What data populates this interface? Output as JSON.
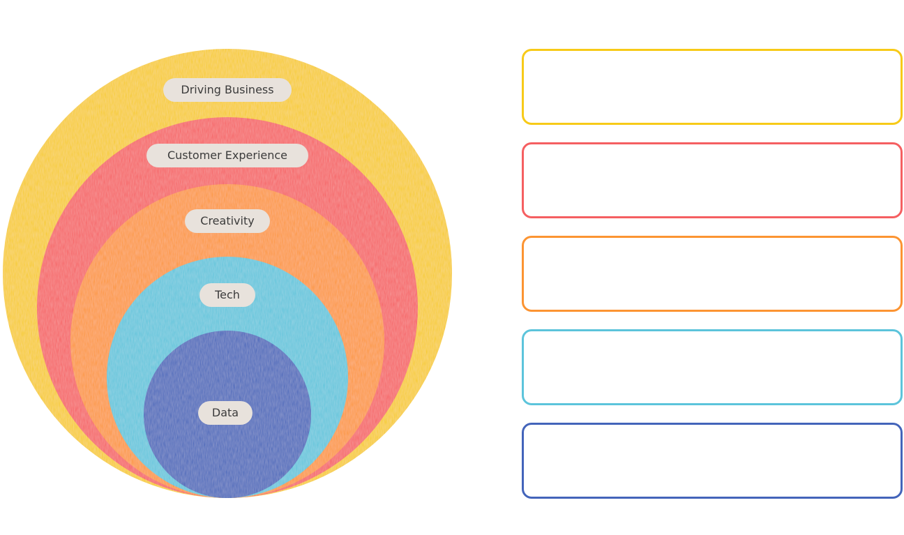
{
  "diagram": {
    "layers": [
      {
        "id": "driving-business",
        "label": "Driving Business",
        "color": "#f7ca18"
      },
      {
        "id": "customer-experience",
        "label": "Customer Experience",
        "color": "#f55f61"
      },
      {
        "id": "creativity",
        "label": "Creativity",
        "color": "#fc9432"
      },
      {
        "id": "tech",
        "label": "Tech",
        "color": "#5cc4db"
      },
      {
        "id": "data",
        "label": "Data",
        "color": "#4364ba"
      }
    ],
    "label_background": "#e8e2dc",
    "label_text_color": "#3b3b3b"
  },
  "note_boxes": [
    {
      "layer": "driving-business",
      "border_color": "#f7ca18"
    },
    {
      "layer": "customer-experience",
      "border_color": "#f55f61"
    },
    {
      "layer": "creativity",
      "border_color": "#fc9432"
    },
    {
      "layer": "tech",
      "border_color": "#5cc4db"
    },
    {
      "layer": "data",
      "border_color": "#4364ba"
    }
  ]
}
